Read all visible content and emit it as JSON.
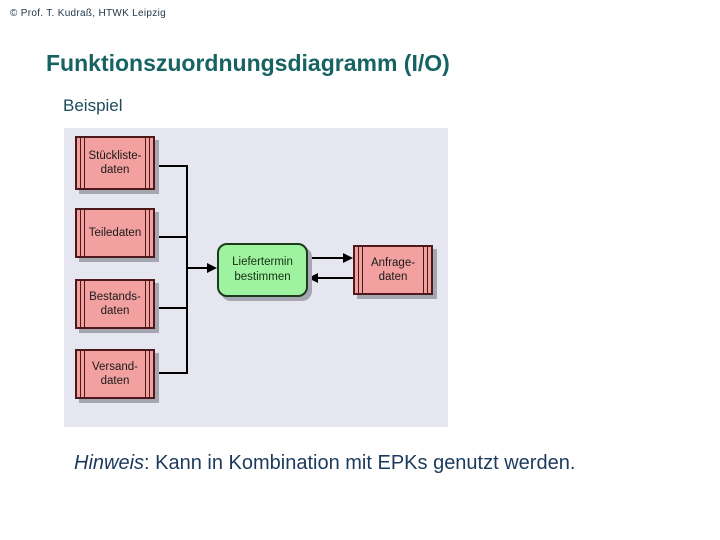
{
  "header": {
    "copyright": "© Prof. T. Kudraß, HTWK Leipzig",
    "title": "Funktionszuordnungsdiagramm (I/O)",
    "subtitle": "Beispiel"
  },
  "diagram": {
    "inputs": [
      {
        "label": "Stückliste-\ndaten"
      },
      {
        "label": "Teiledaten"
      },
      {
        "label": "Bestands-\ndaten"
      },
      {
        "label": "Versand-\ndaten"
      }
    ],
    "function": {
      "label": "Liefertermin\nbestimmen"
    },
    "io_right": {
      "label": "Anfrage-\ndaten"
    },
    "colors": {
      "canvas_background": "#e5e6f0",
      "data_store_fill": "#f2a0a0",
      "data_store_border": "#4c1a1a",
      "function_fill": "#9ff29f",
      "function_border": "#1c3a1c",
      "connector": "#000000",
      "shadow": "#a6a6b2",
      "title_color": "#176363",
      "note_color": "#1c3a5c"
    }
  },
  "footer": {
    "note_label": "Hinweis",
    "note_rest": ": Kann in Kombination mit EPKs genutzt werden."
  }
}
